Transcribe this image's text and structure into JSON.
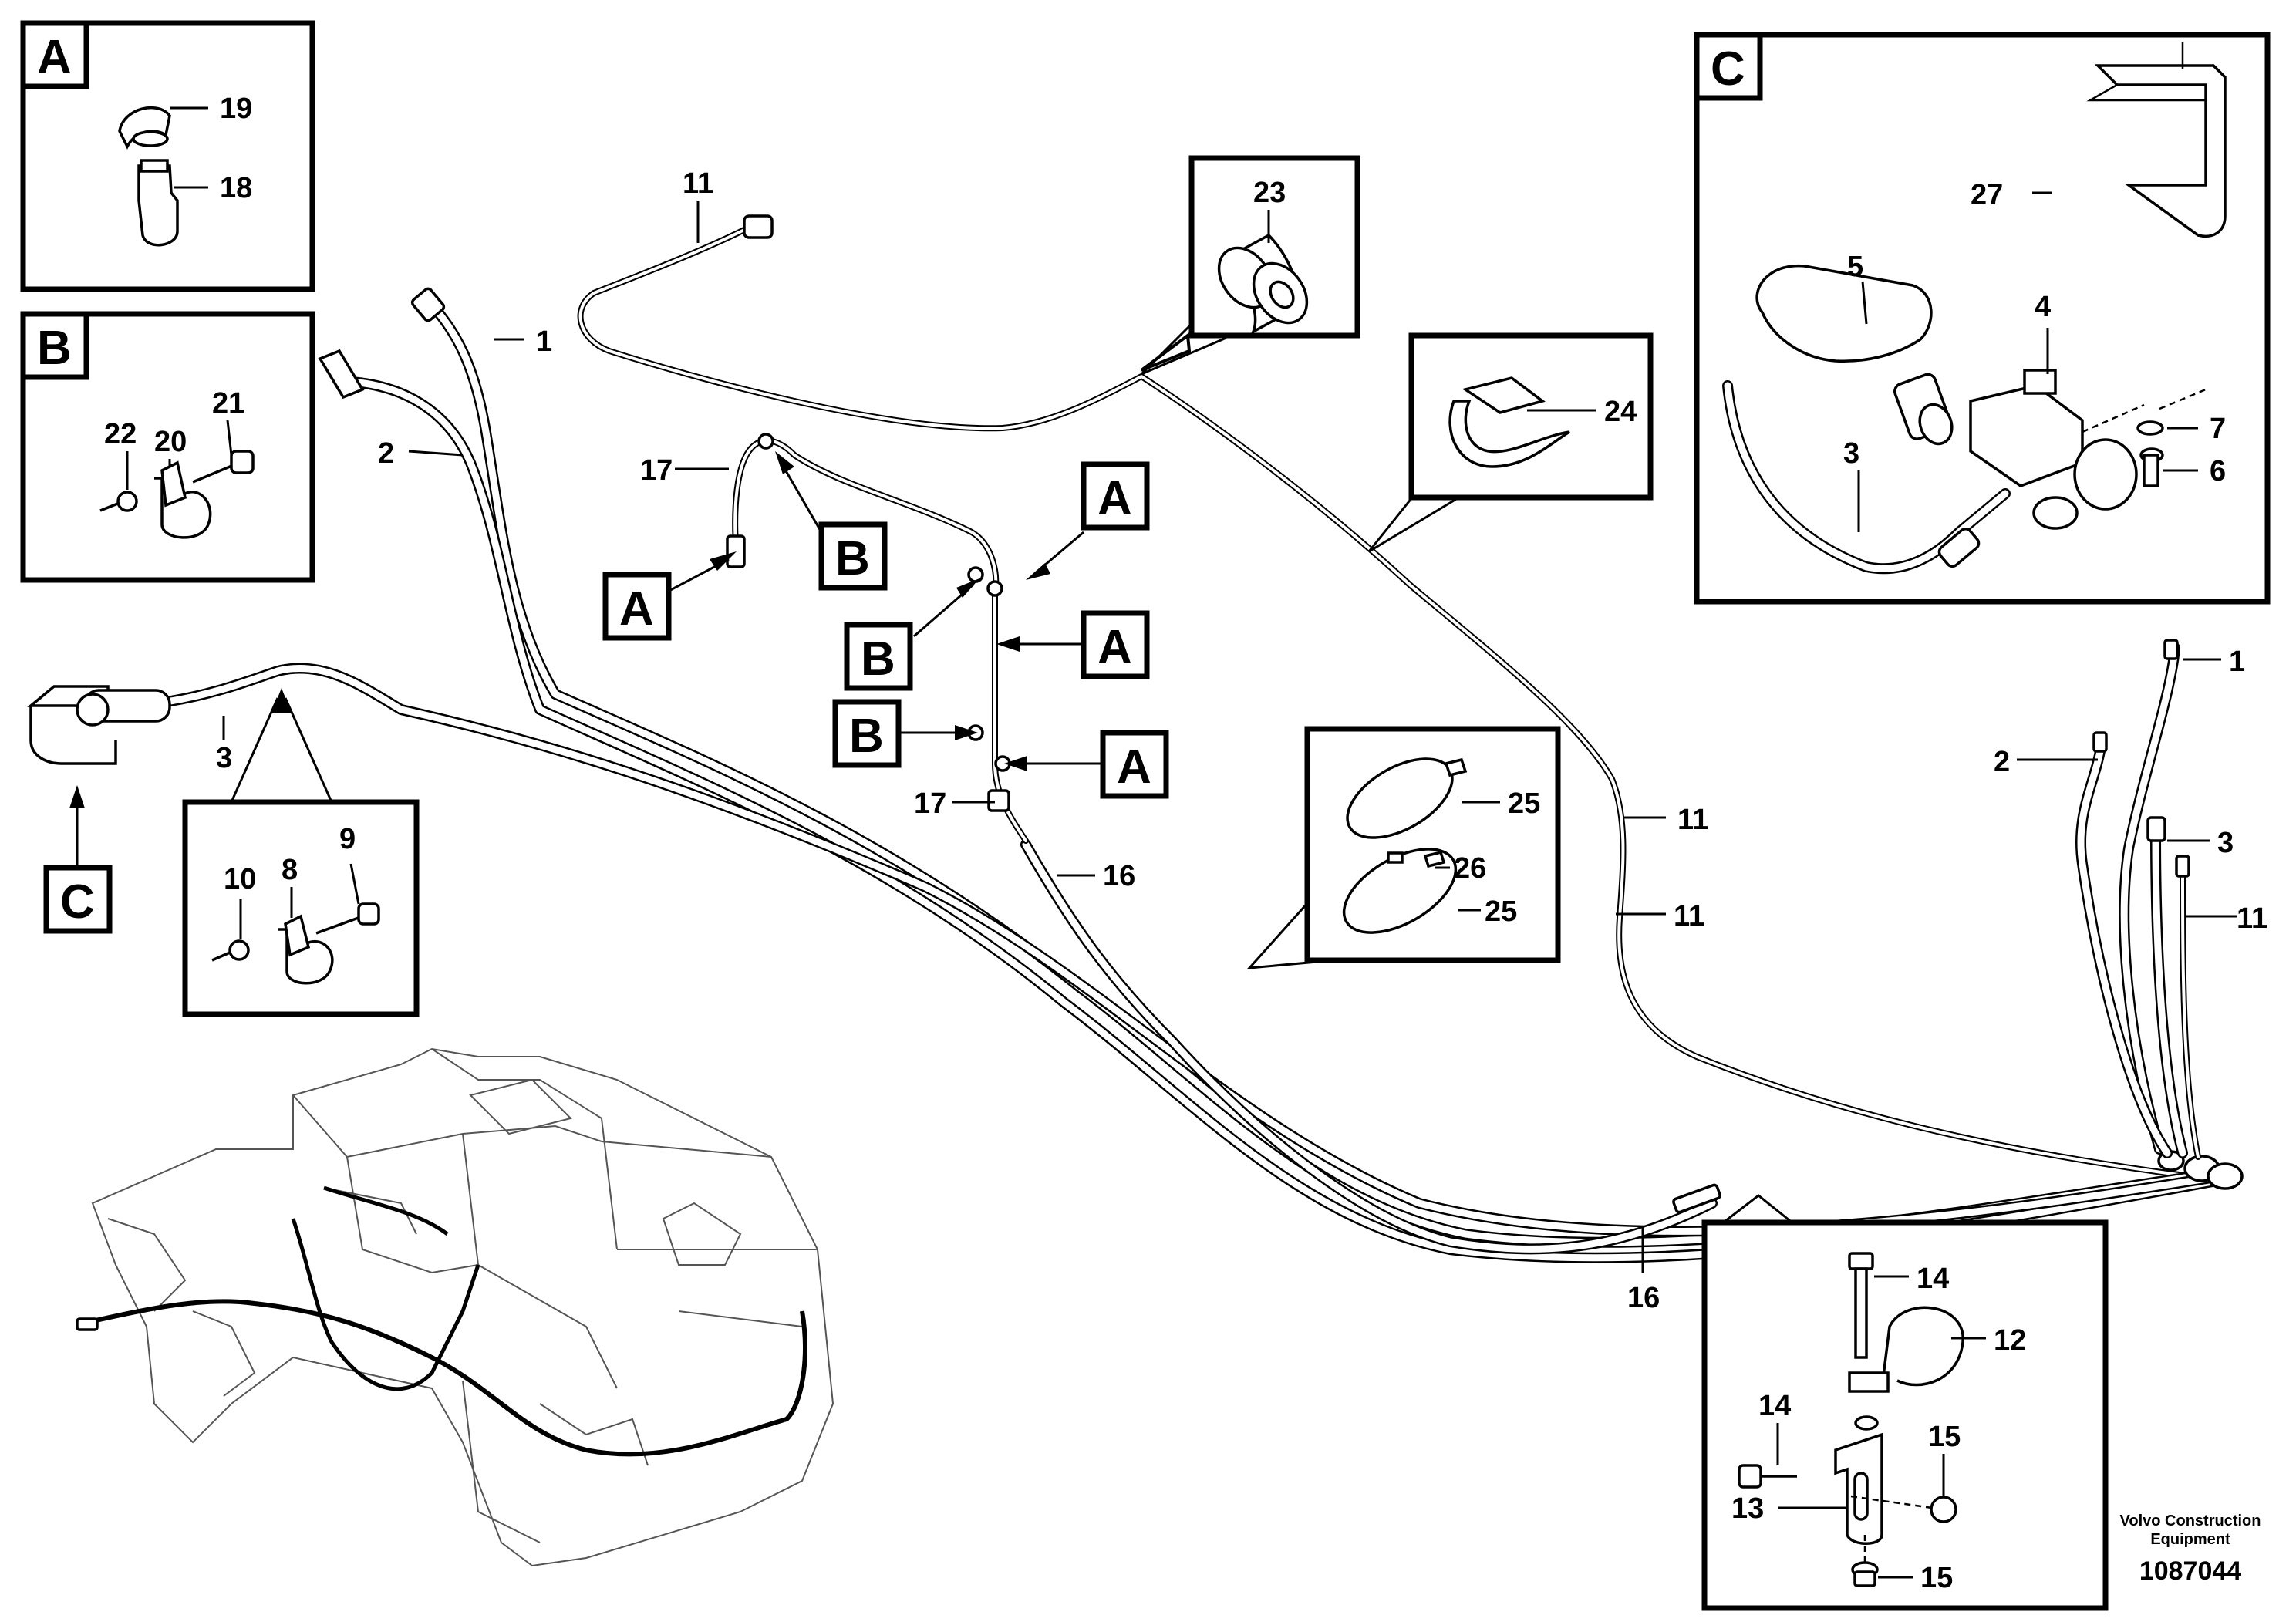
{
  "detail_boxes": {
    "A": {
      "letter": "A",
      "callouts": [
        "19",
        "18"
      ]
    },
    "B": {
      "letter": "B",
      "callouts": [
        "22",
        "20",
        "21"
      ]
    },
    "C": {
      "letter": "C",
      "callouts": [
        "27",
        "5",
        "4",
        "7",
        "6",
        "3"
      ]
    },
    "clamp_8": {
      "callouts": [
        "10",
        "8",
        "9"
      ]
    },
    "part_23": {
      "callouts": [
        "23"
      ]
    },
    "part_24": {
      "callouts": [
        "24"
      ]
    },
    "parts_25_26": {
      "callouts": [
        "25",
        "26",
        "25"
      ]
    },
    "bracket_12": {
      "callouts": [
        "14",
        "12",
        "14",
        "15",
        "13",
        "15"
      ]
    }
  },
  "main_callouts": {
    "hose_1_top": "1",
    "hose_2_top": "2",
    "hose_11_top": "11",
    "pipe_17_top": "17",
    "pipe_17_bottom": "17",
    "hose_16_mid": "16",
    "hose_3_left": "3",
    "hose_11_mid_a": "11",
    "hose_11_mid_b": "11",
    "end_1": "1",
    "end_2": "2",
    "end_3": "3",
    "end_11": "11",
    "hose_16_bottom": "16"
  },
  "reference_letters": {
    "a1": "A",
    "a2": "A",
    "a3": "A",
    "a4": "A",
    "b1": "B",
    "b2": "B",
    "b3": "B",
    "c1": "C"
  },
  "footer": {
    "publisher_line1": "Volvo Construction",
    "publisher_line2": "Equipment",
    "document_number": "1087044"
  }
}
